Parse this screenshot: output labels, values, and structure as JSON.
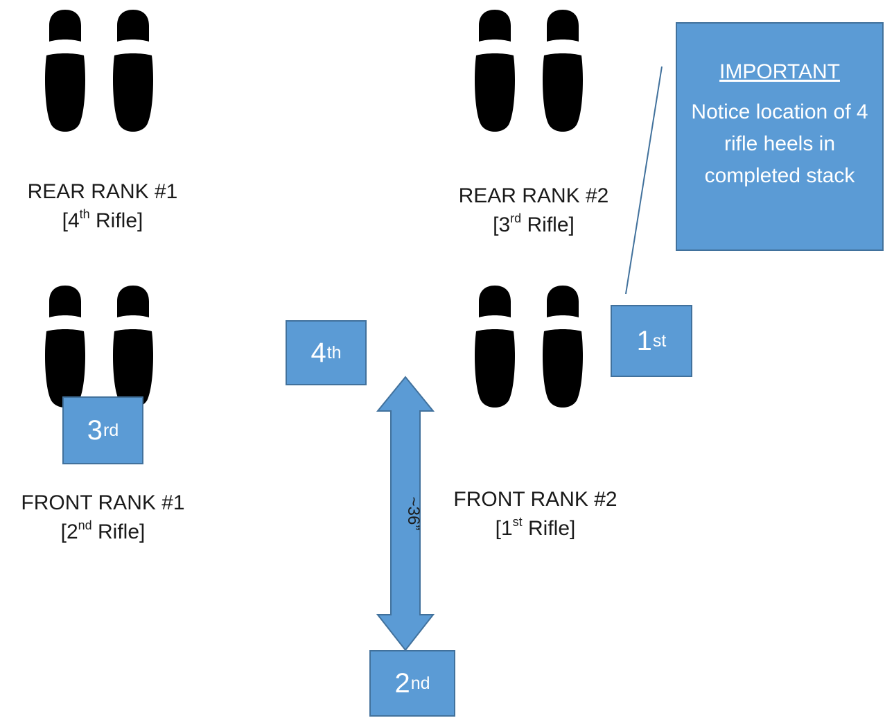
{
  "positions": [
    {
      "id": "rear-rank-1",
      "rank": "REAR RANK #1",
      "rifle_num": "4",
      "rifle_sup": "th",
      "rifle_word": "Rifle"
    },
    {
      "id": "rear-rank-2",
      "rank": "REAR RANK #2",
      "rifle_num": "3",
      "rifle_sup": "rd",
      "rifle_word": "Rifle"
    },
    {
      "id": "front-rank-1",
      "rank": "FRONT RANK #1",
      "rifle_num": "2",
      "rifle_sup": "nd",
      "rifle_word": "Rifle"
    },
    {
      "id": "front-rank-2",
      "rank": "FRONT RANK #2",
      "rifle_num": "1",
      "rifle_sup": "st",
      "rifle_word": "Rifle"
    }
  ],
  "heel_markers": {
    "first": {
      "num": "1",
      "sup": "st"
    },
    "second": {
      "num": "2",
      "sup": "nd"
    },
    "third": {
      "num": "3",
      "sup": "rd"
    },
    "fourth": {
      "num": "4",
      "sup": "th"
    }
  },
  "callout": {
    "title": "IMPORTANT",
    "body": "Notice location of 4 rifle heels in completed stack"
  },
  "distance": {
    "label": "~36”"
  },
  "colors": {
    "box_fill": "#5b9bd5",
    "box_border": "#41719c",
    "shoe": "#000000"
  }
}
